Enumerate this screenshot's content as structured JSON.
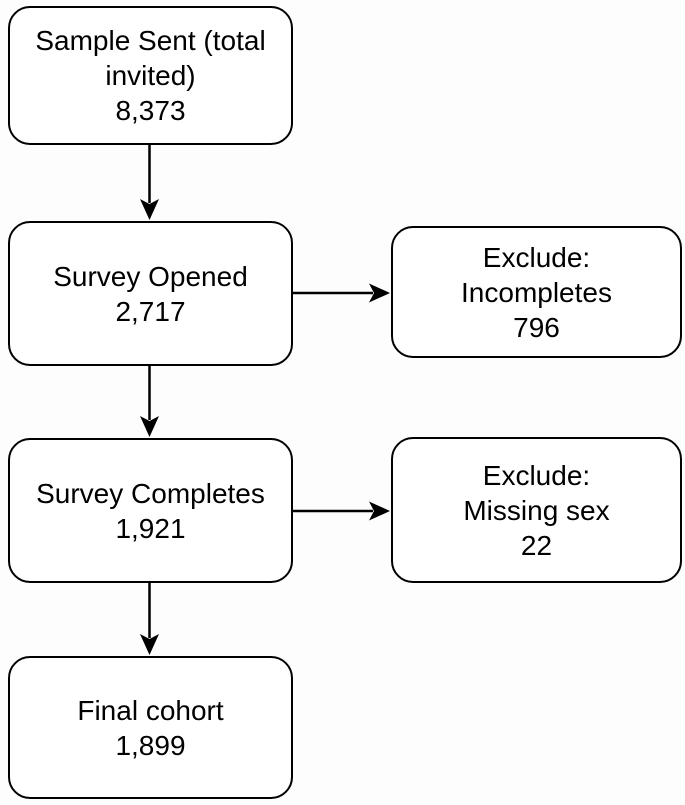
{
  "figure": {
    "type": "flowchart",
    "description": "Survey participant flow diagram",
    "colors": {
      "background": "#fdfdfd",
      "box_fill": "#ffffff",
      "box_border": "#000000",
      "text": "#000000",
      "arrow": "#000000"
    },
    "nodes": [
      {
        "id": "sample-sent",
        "label": "Sample Sent (total\ninvited)",
        "value": "8,373"
      },
      {
        "id": "survey-opened",
        "label": "Survey Opened",
        "value": "2,717"
      },
      {
        "id": "exclude-incompletes",
        "label": "Exclude:\nIncompletes",
        "value": "796"
      },
      {
        "id": "survey-completes",
        "label": "Survey Completes",
        "value": "1,921"
      },
      {
        "id": "exclude-missing-sex",
        "label": "Exclude:\nMissing sex",
        "value": "22"
      },
      {
        "id": "final-cohort",
        "label": "Final cohort",
        "value": "1,899"
      }
    ],
    "edges": [
      {
        "from": "sample-sent",
        "to": "survey-opened",
        "direction": "down"
      },
      {
        "from": "survey-opened",
        "to": "exclude-incompletes",
        "direction": "right"
      },
      {
        "from": "survey-opened",
        "to": "survey-completes",
        "direction": "down"
      },
      {
        "from": "survey-completes",
        "to": "exclude-missing-sex",
        "direction": "right"
      },
      {
        "from": "survey-completes",
        "to": "final-cohort",
        "direction": "down"
      }
    ]
  }
}
